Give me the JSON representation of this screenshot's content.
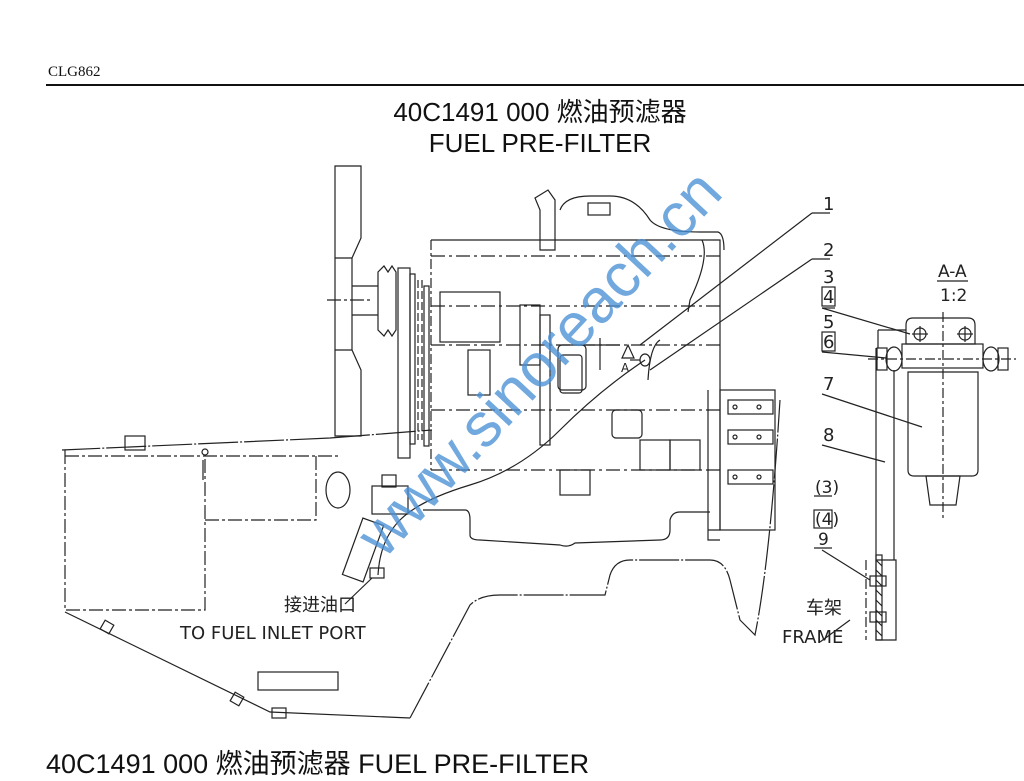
{
  "header": {
    "model_code": "CLG862"
  },
  "title": {
    "line1": "40C1491 000  燃油预滤器",
    "line2": "FUEL PRE-FILTER"
  },
  "drawing": {
    "section_view": {
      "label": "A-A",
      "scale": "1:2"
    },
    "callouts": [
      "1",
      "2",
      "3",
      "4",
      "5",
      "6",
      "7",
      "8"
    ],
    "frame_callouts": [
      "(3)",
      "(4)",
      "9"
    ],
    "section_marker": "A",
    "annotations": {
      "inlet_port_cn": "接进油口",
      "inlet_port_en": "TO FUEL INLET PORT",
      "frame_cn": "车架",
      "frame_en": "FRAME"
    },
    "watermark": "www.sinoreach.cn"
  },
  "footer": {
    "caption": "40C1491 000  燃油预滤器  FUEL PRE-FILTER"
  },
  "colors": {
    "line": "#222222",
    "watermark": "#4a90d6"
  }
}
